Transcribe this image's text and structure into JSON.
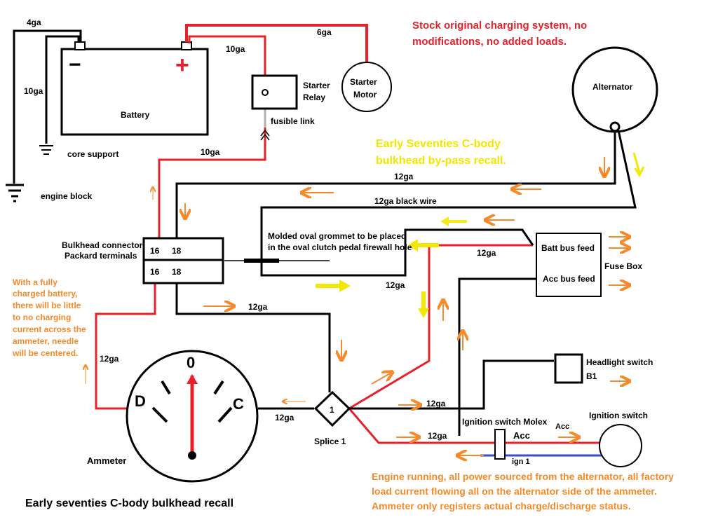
{
  "colors": {
    "wire_black": "#000000",
    "wire_red": "#e8202a",
    "wire_blue": "#3a4ec8",
    "arrow_orange": "#f58a2a",
    "arrow_yellow": "#f4e800",
    "note_red": "#e8202a",
    "note_yellow": "#f4e400",
    "note_orange": "#f58a2a"
  },
  "labels": {
    "g4": "4ga",
    "g10_left": "10ga",
    "g10_top": "10ga",
    "g6": "6ga",
    "g10_mid": "10ga",
    "g12_top": "12ga",
    "g12_black": "12ga black wire",
    "g12_grommet": "12ga",
    "g12_loop": "12ga",
    "g12_mid": "12ga",
    "g12_left": "12ga",
    "g12_splice": "12ga",
    "g12_right1": "12ga",
    "g12_right2": "12ga",
    "battery": "Battery",
    "batt_minus": "−",
    "batt_plus": "+",
    "starter_relay_1": "Starter",
    "starter_relay_2": "Relay",
    "starter_motor_1": "Starter",
    "starter_motor_2": "Motor",
    "fusible_link": "fusible link",
    "core_support": "core support",
    "engine_block": "engine block",
    "alternator": "Alternator",
    "bulkhead_1": "Bulkhead connector",
    "bulkhead_2": "Packard terminals",
    "term_16a": "16",
    "term_18a": "18",
    "term_16b": "16",
    "term_18b": "18",
    "grommet_1": "Molded oval grommet to be placed",
    "grommet_2": "in the oval clutch pedal firewall hole",
    "fuse_batt": "Batt bus feed",
    "fuse_acc": "Acc bus feed",
    "fuse_box": "Fuse Box",
    "headlight_1": "Headlight switch",
    "headlight_2": "B1",
    "ign_molex": "Ignition switch Molex",
    "ign_switch": "Ignition switch",
    "acc_small": "Acc",
    "acc_big": "Acc",
    "ign1": "ign 1",
    "splice_num": "1",
    "splice_label": "Splice 1",
    "ammeter": "Ammeter",
    "meter_d": "D",
    "meter_c": "C",
    "meter_0": "0"
  },
  "notes": {
    "stock_1": "Stock original charging system, no",
    "stock_2": "modifications, no added loads.",
    "early_1": "Early Seventies C-body",
    "early_2": "bulkhead by-pass recall.",
    "full_1": "With a fully",
    "full_2": "charged battery,",
    "full_3": "there will be little",
    "full_4": "to no charging",
    "full_5": "current across the",
    "full_6": "ammeter, needle",
    "full_7": "will be centered.",
    "engine_1": "Engine running, all power sourced from the alternator, all  factory",
    "engine_2": "load current flowing all on the alternator side of the ammeter.",
    "engine_3": "Ammeter only registers actual charge/discharge status.",
    "title": "Early seventies C-body bulkhead recall"
  }
}
